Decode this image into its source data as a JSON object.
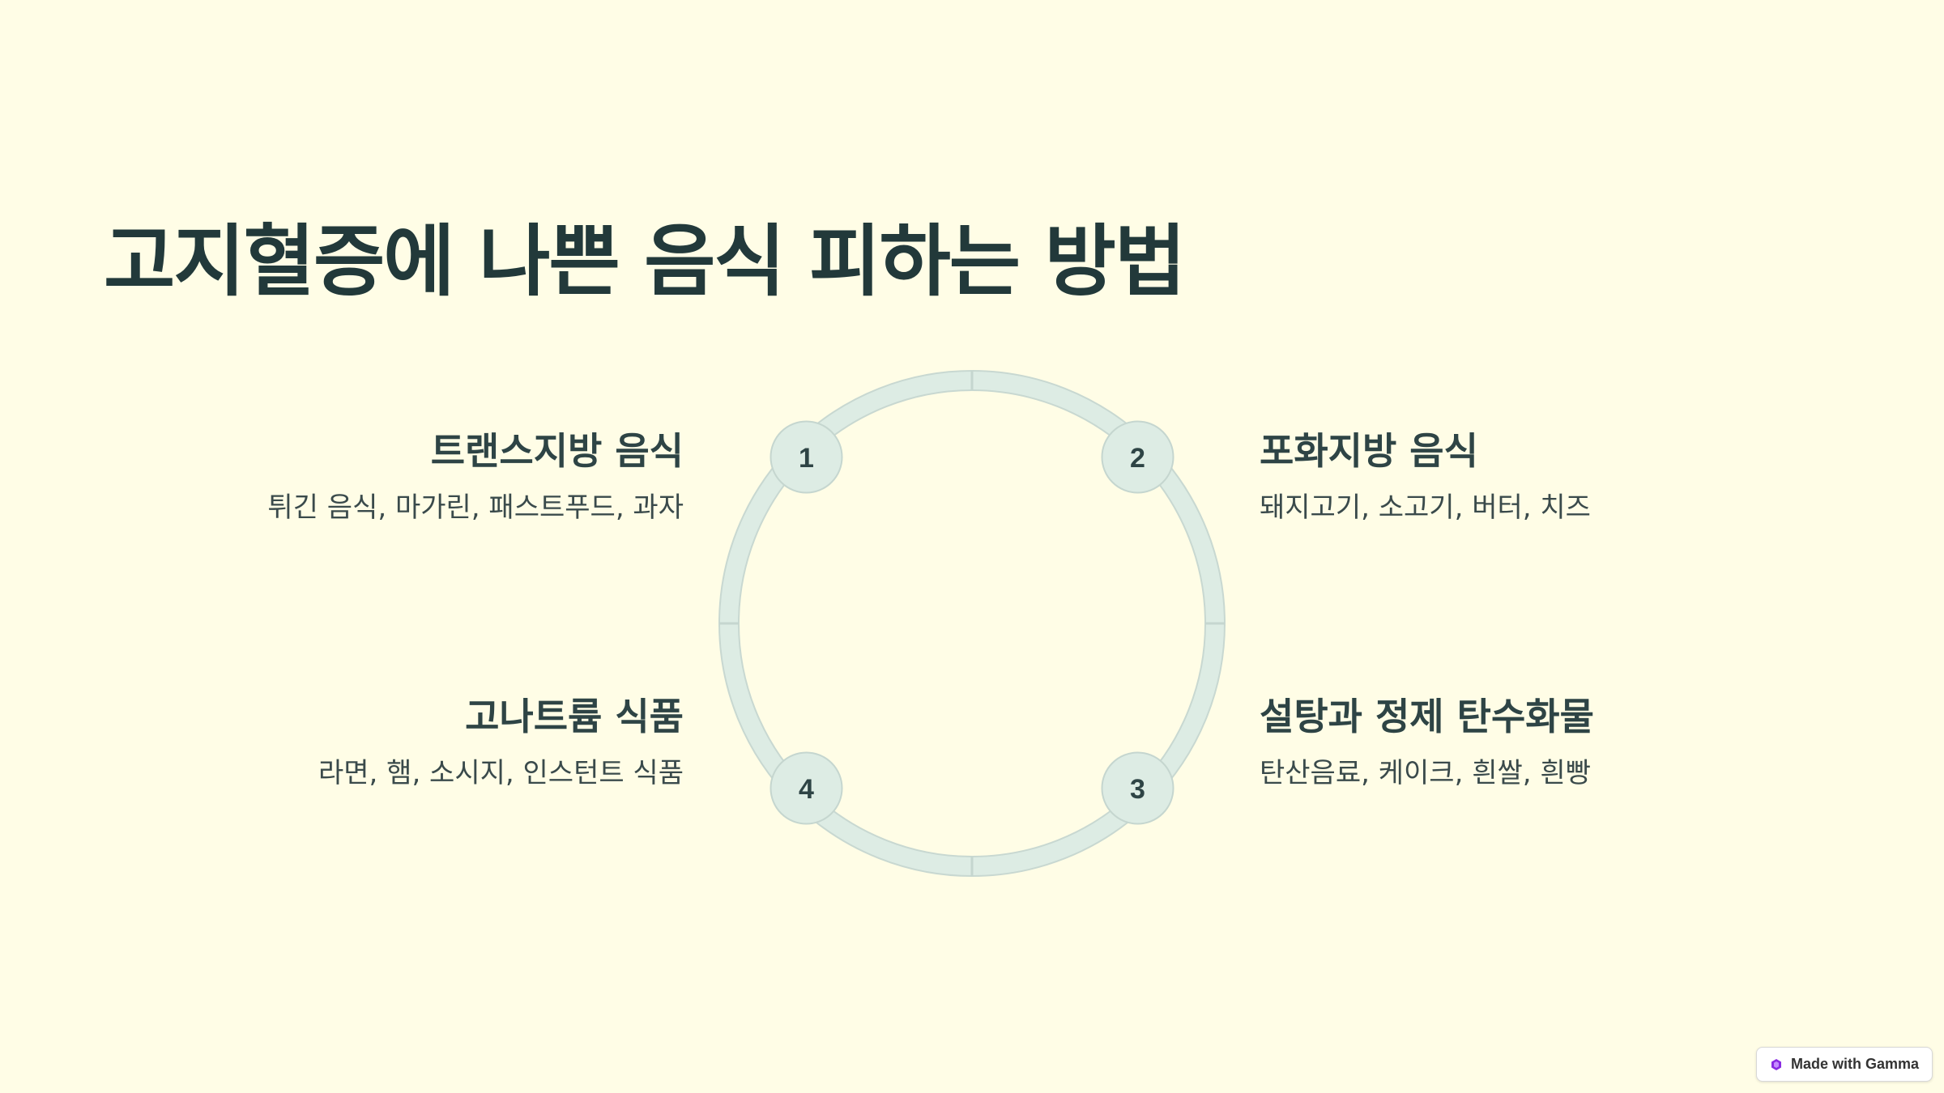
{
  "title": "고지혈증에 나쁜 음식 피하는 방법",
  "items": [
    {
      "number": "1",
      "title": "트랜스지방 음식",
      "desc": "튀긴 음식, 마가린, 패스트푸드, 과자"
    },
    {
      "number": "2",
      "title": "포화지방 음식",
      "desc": "돼지고기, 소고기, 버터, 치즈"
    },
    {
      "number": "3",
      "title": "설탕과 정제 탄수화물",
      "desc": "탄산음료, 케이크, 흰쌀, 흰빵"
    },
    {
      "number": "4",
      "title": "고나트륨 식품",
      "desc": "라면, 햄, 소시지, 인스턴트 식품"
    }
  ],
  "badge": {
    "label": "Made with Gamma",
    "icon": "gamma-logo-icon"
  },
  "colors": {
    "background": "#fffde6",
    "text": "#22393a",
    "ring": "#ddece4",
    "ring_border": "#c5d6cf",
    "node": "#ddece4",
    "gamma_accent": "#8a2be2"
  }
}
